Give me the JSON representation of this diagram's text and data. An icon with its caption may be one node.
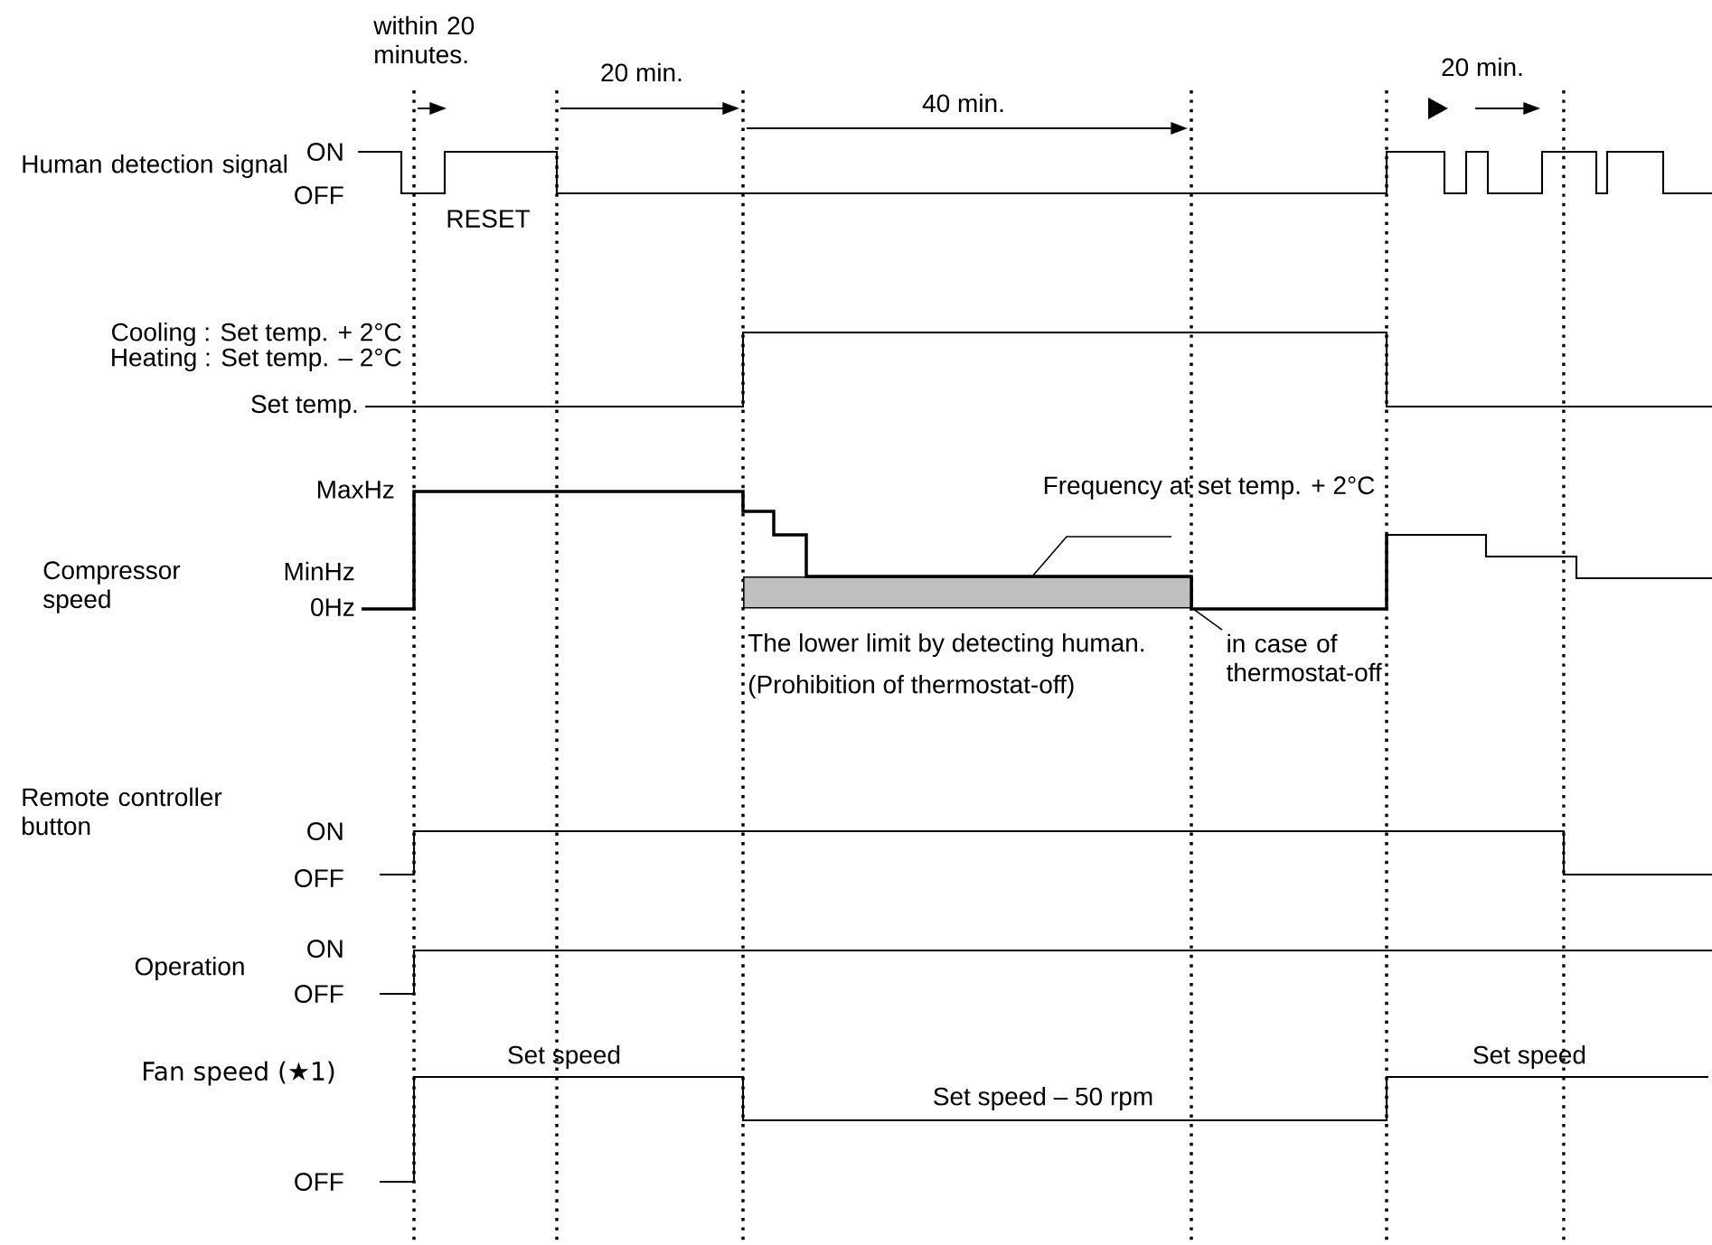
{
  "diagram": {
    "nodes": [
      {
        "text": [
          "Frequency at set temp. + 2°C"
        ]
      },
      {
        "text": [
          "in case of thermostat-off"
        ]
      },
      {
        "text": [],
        "shape": "bar"
      }
    ],
    "edges": [
      {
        "from": 0,
        "to": 2,
        "arrow": "none"
      },
      {
        "from": 1,
        "to": 2,
        "arrow": "none"
      }
    ],
    "labels": [
      "within 20 minutes.",
      "20 min.",
      "40 min.",
      "20 min.",
      "Human detection signal",
      "ON",
      "OFF",
      "RESET",
      "Cooling : Set temp. + 2°C",
      "Heating : Set temp. – 2°C",
      "Set temp.",
      "MaxHz",
      "Compressor speed",
      "MinHz",
      "0Hz",
      "The lower limit by detecting human.",
      "(Prohibition of thermostat-off)",
      "Remote controller button",
      "ON",
      "OFF",
      "Operation",
      "ON",
      "OFF",
      "Fan speed (★1)",
      "OFF",
      "Set speed",
      "Set speed – 50 rpm",
      "Set speed"
    ]
  }
}
